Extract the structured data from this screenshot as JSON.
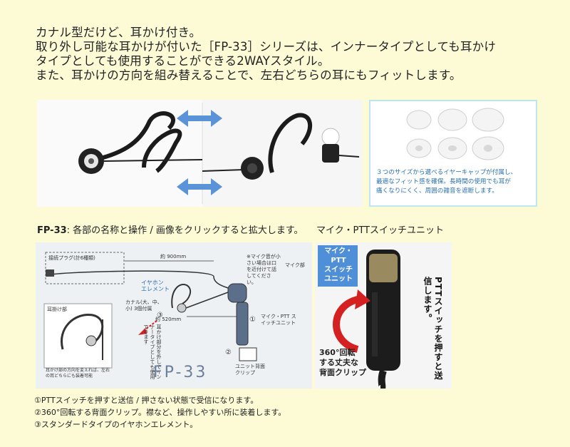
{
  "intro": {
    "line1": "カナル型だけど、耳かけ付き。",
    "line2": "取り外し可能な耳かけが付いた［FP-33］シリーズは、インナータイプとしても耳かけ",
    "line3": "タイプとしても使用することができる2WAYスタイル。",
    "line4": "また、耳かけの方向を組み替えることで、左右どちらの耳にもフィットします。"
  },
  "cap_caption": {
    "line1": "３つのサイズから選べるイヤーキャップが付属し、",
    "line2": "最適なフィット感を確保。長時間の使用でも耳が",
    "line3": "痛くなりにくく、周囲の雑音を遮断します。"
  },
  "fp_section": {
    "model_prefix": "FP-33",
    "title_rest": ": 各部の名称と操作 / 画像をクリックすると拡大します。",
    "labels": {
      "plug": "接続プラグ(計6種類)",
      "len900": "約 900mm",
      "len520": "約 520mm",
      "mic_note": "※マイク音が小さい場合は口を近付けて話してください。",
      "mic": "マイク部",
      "earphone": "イヤホン エレメント",
      "canal": "カナル(大、中、小) 3個付属",
      "hook_part": "耳掛け部",
      "hook_note": "耳かけ部の方向を変えれば、左右の耳どちらにも装着可能",
      "remove_note": "耳かけ部分を外してインナータイプとしても使用できます",
      "ptt_unit": "マイク・PTT スイッチユニット",
      "clip": "ユニット背面 クリップ",
      "n1": "①",
      "n2": "②",
      "n3": "③",
      "model": "FP-33"
    }
  },
  "ptt_section": {
    "title": "マイク・PTTスイッチユニット",
    "banner": [
      "マイク・",
      "PTT",
      "スイッチ",
      "ユニット"
    ],
    "push_text": "PTTスイッチを押すと送信します。",
    "clip_text": [
      "360°回転",
      "する丈夫な",
      "背面クリップ"
    ]
  },
  "notes": [
    "①PTTスイッチを押すと送信 / 押さない状態で受信になります。",
    "②360°回転する背面クリップ。襟など、操作しやすい所に装着します。",
    "③スタンダードタイプのイヤホンエレメント。"
  ],
  "colors": {
    "background": "#fdfbd6",
    "panel_border": "#bfe6ef",
    "accent_blue": "#2a6fb0",
    "arrow_blue": "#5b93d8",
    "rotate_red": "#d42020"
  },
  "icons": [
    "swap-arrow-icon",
    "rotate-arrow-icon"
  ]
}
